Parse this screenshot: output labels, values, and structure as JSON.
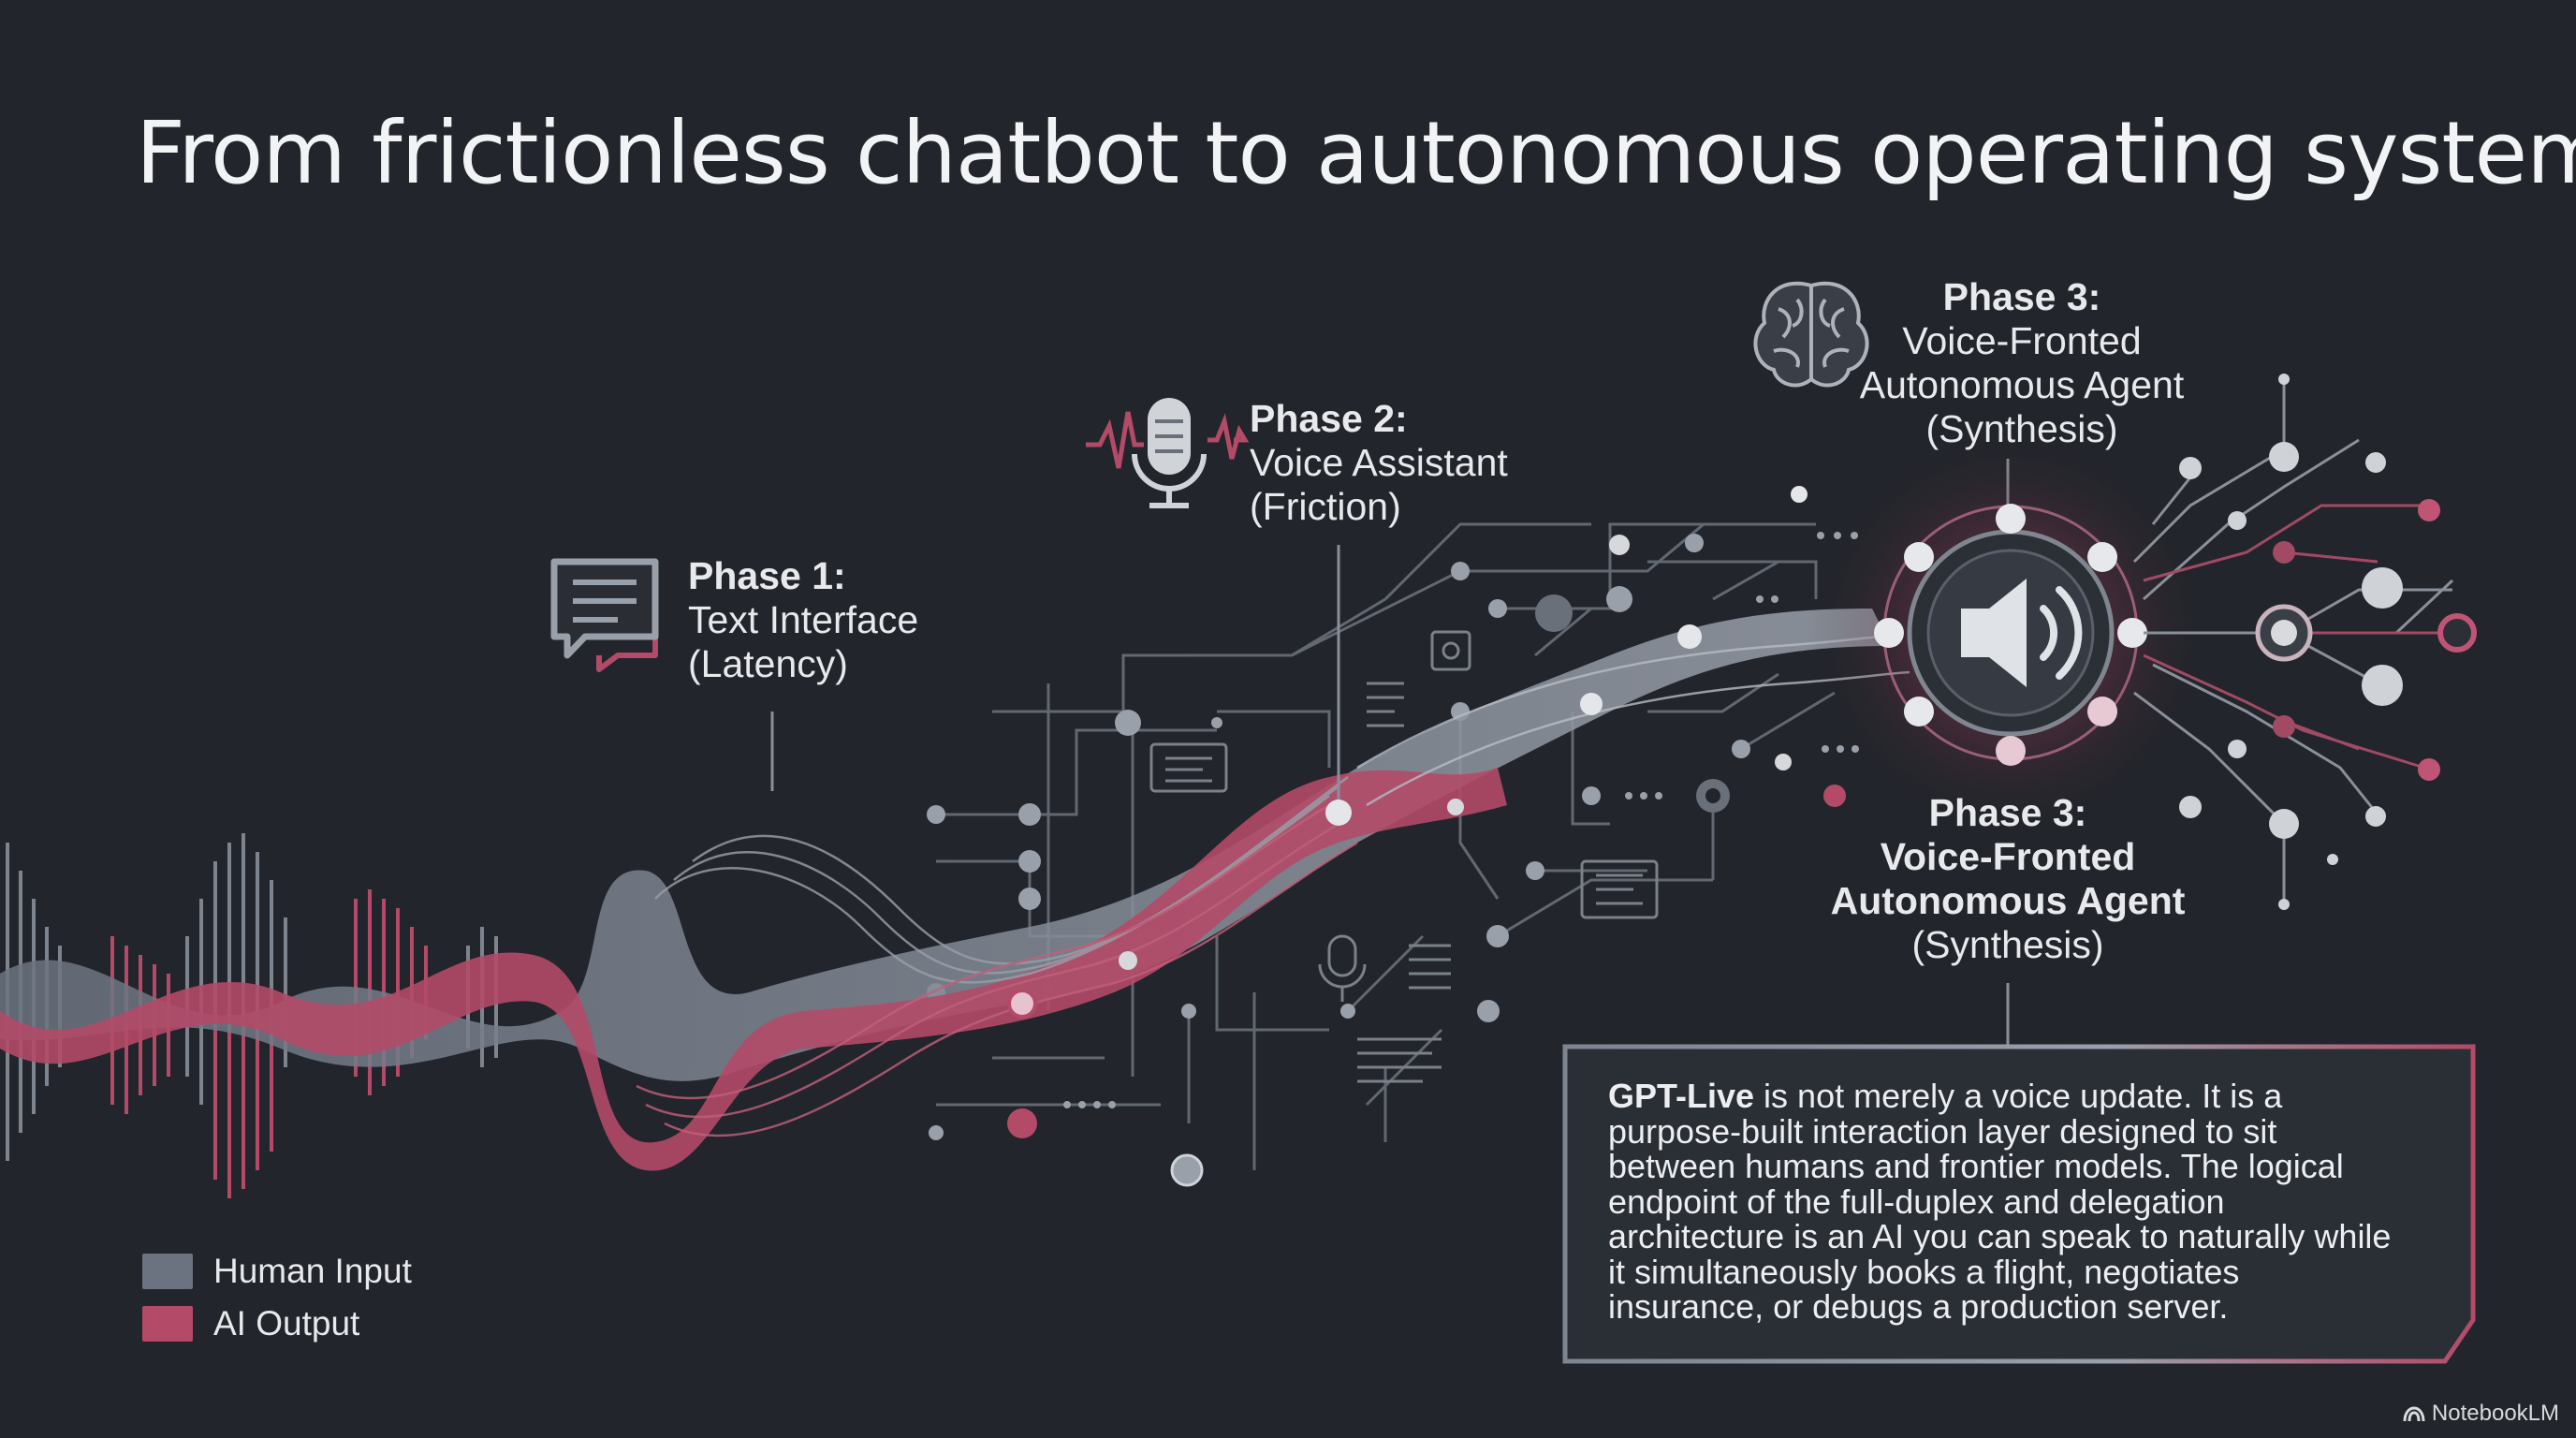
{
  "title": "From frictionless chatbot to autonomous operating system",
  "phases": [
    {
      "heading": "Phase 1:",
      "lines": [
        "Text Interface",
        "(Latency)"
      ],
      "icon": "chat-bubble-icon"
    },
    {
      "heading": "Phase 2:",
      "lines": [
        "Voice Assistant",
        "(Friction)"
      ],
      "icon": "microphone-icon"
    },
    {
      "heading": "Phase 3:",
      "lines": [
        "Voice-Fronted",
        "Autonomous Agent",
        "(Synthesis)"
      ],
      "icon": "brain-icon"
    }
  ],
  "phase3_bottom": {
    "heading": "Phase 3:",
    "bold_lines": [
      "Voice-Fronted",
      "Autonomous Agent"
    ],
    "last": "(Synthesis)"
  },
  "callout": {
    "bold": "GPT-Live",
    "lines": [
      " is not merely a voice update. It is a",
      "purpose-built interaction layer designed to sit",
      "between humans and frontier models. The logical",
      "endpoint of the full-duplex and delegation",
      "architecture is an AI you can speak to naturally while",
      "it simultaneously books a flight, negotiates",
      "insurance, or debugs a production server."
    ]
  },
  "legend": [
    {
      "label": "Human Input",
      "color": "#6b7380"
    },
    {
      "label": "AI Output",
      "color": "#b34a68"
    }
  ],
  "brand": "NotebookLM",
  "colors": {
    "background": "#22252b",
    "human": "#6b7380",
    "ai": "#b34a68",
    "line": "#8a9099",
    "node": "#e4e6ea"
  },
  "hub_icon": "speaker-icon"
}
